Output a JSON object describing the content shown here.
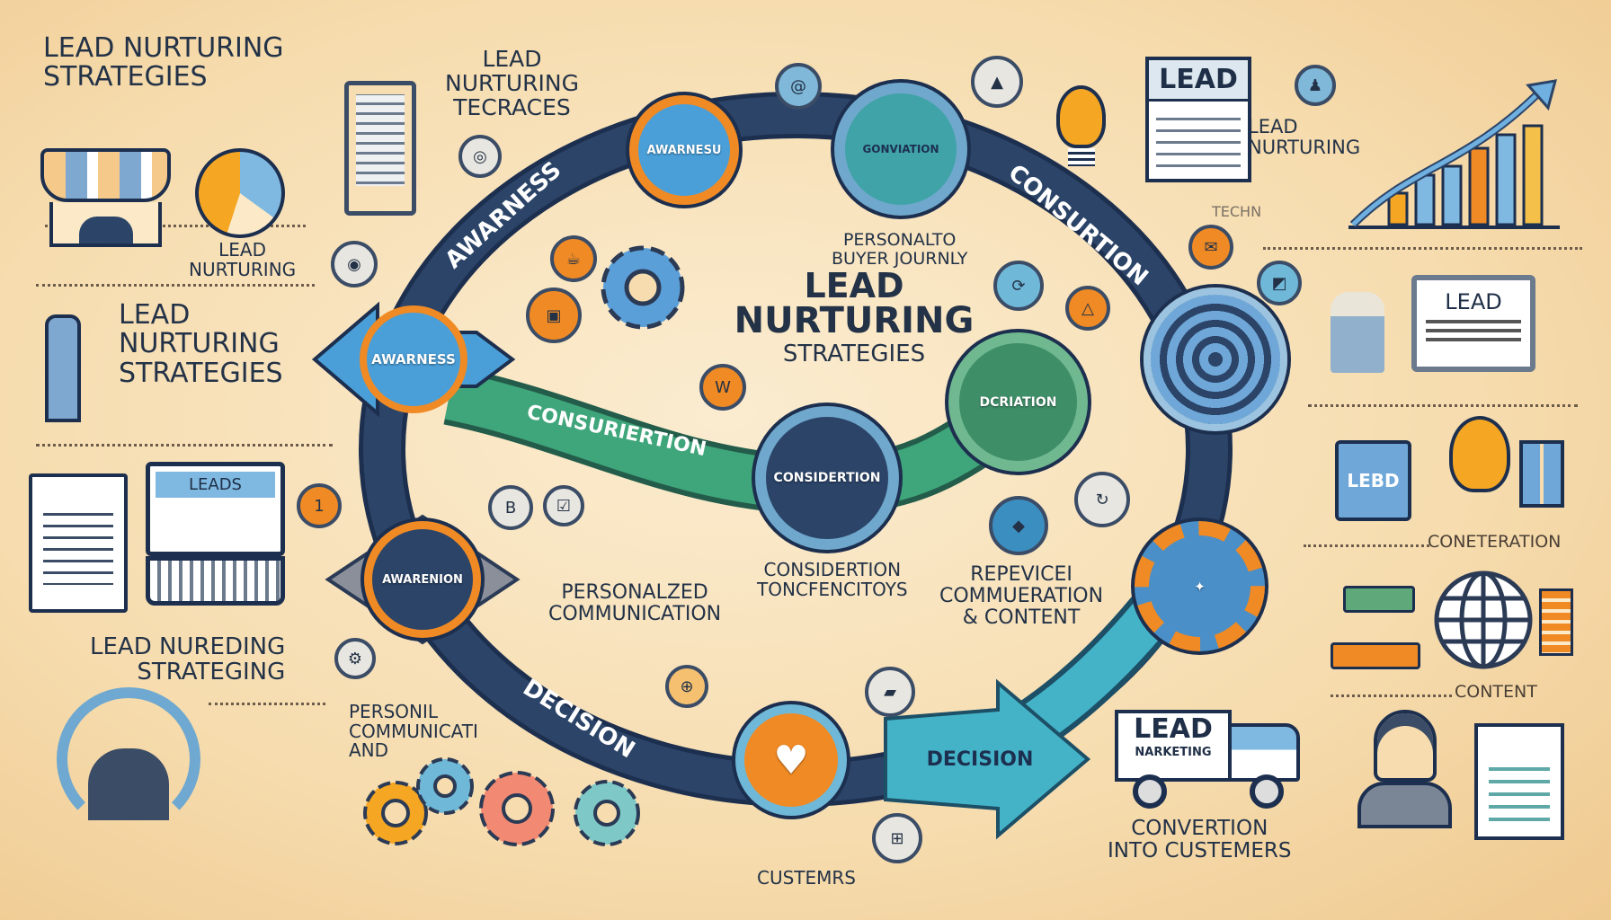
{
  "texts": {
    "title_top_left": "LEAD NURTURING\nSTRATEGIES",
    "techniques_label": "LEAD\nNURTURING\nTECRACES",
    "small_lead_nurturing_left": "LEAD\nNURTURING",
    "left_mid_title": "LEAD\nNURTURING\nSTRATEGIES",
    "left_lower_title": "LEAD NUREDING\nSTRATEGING",
    "personil_communicati": "PERSONIL\nCOMMUNICATI\nAND",
    "center_subtitle": "PERSONALTO\nBUYER JOURNLY",
    "center_title_lead": "LEAD",
    "center_title_nurturing": "NURTURING",
    "center_title_strategies": "STRATEGIES",
    "personalized_communication": "PERSONALZED\nCOMMUNICATION",
    "consideration_tools": "CONSIDERTION\nTONCFENCITOYS",
    "repevicei_communication": "REPEVICEI\nCOMMUERATION\n& CONTENT",
    "customers_bottom": "CUSTEMRS",
    "right_lead_nurturing": "LEAD\nNURTURING",
    "techn": "TECHN",
    "coneteration": "CONETERATION",
    "content": "CONTENT",
    "conversion_into_customers": "CONVERTION\nINTO CUSTEMERS"
  },
  "ring_labels": {
    "awareness_arc": "AWARNESS",
    "consideration_arc": "CONSURTION",
    "decision_arc": "DECISION",
    "consideration_band": "CONSURIERTION"
  },
  "nodes": {
    "awareness_top": "AWARNESU",
    "conviation_top": "GONVIATION",
    "awareness_arrow": "AWARNESS",
    "awarenion": "AWARENION",
    "consideration_center": "CONSIDERTION",
    "dcriation": "DCRIATION",
    "decision_arrow": "DECISION"
  },
  "icon_labels": {
    "doc_lead": "LEAD",
    "laptop_leads": "LEADS",
    "monitor_lead": "LEAD",
    "bag_lebd": "LEBD",
    "truck_lead": "LEAD",
    "truck_narketing": "NARKETING"
  },
  "colors": {
    "navy": "#2b4468",
    "orange": "#f08a24",
    "blue": "#4a9fd8",
    "teal": "#3fb3c4",
    "green": "#3e9e72",
    "background": "#f6dcae"
  }
}
